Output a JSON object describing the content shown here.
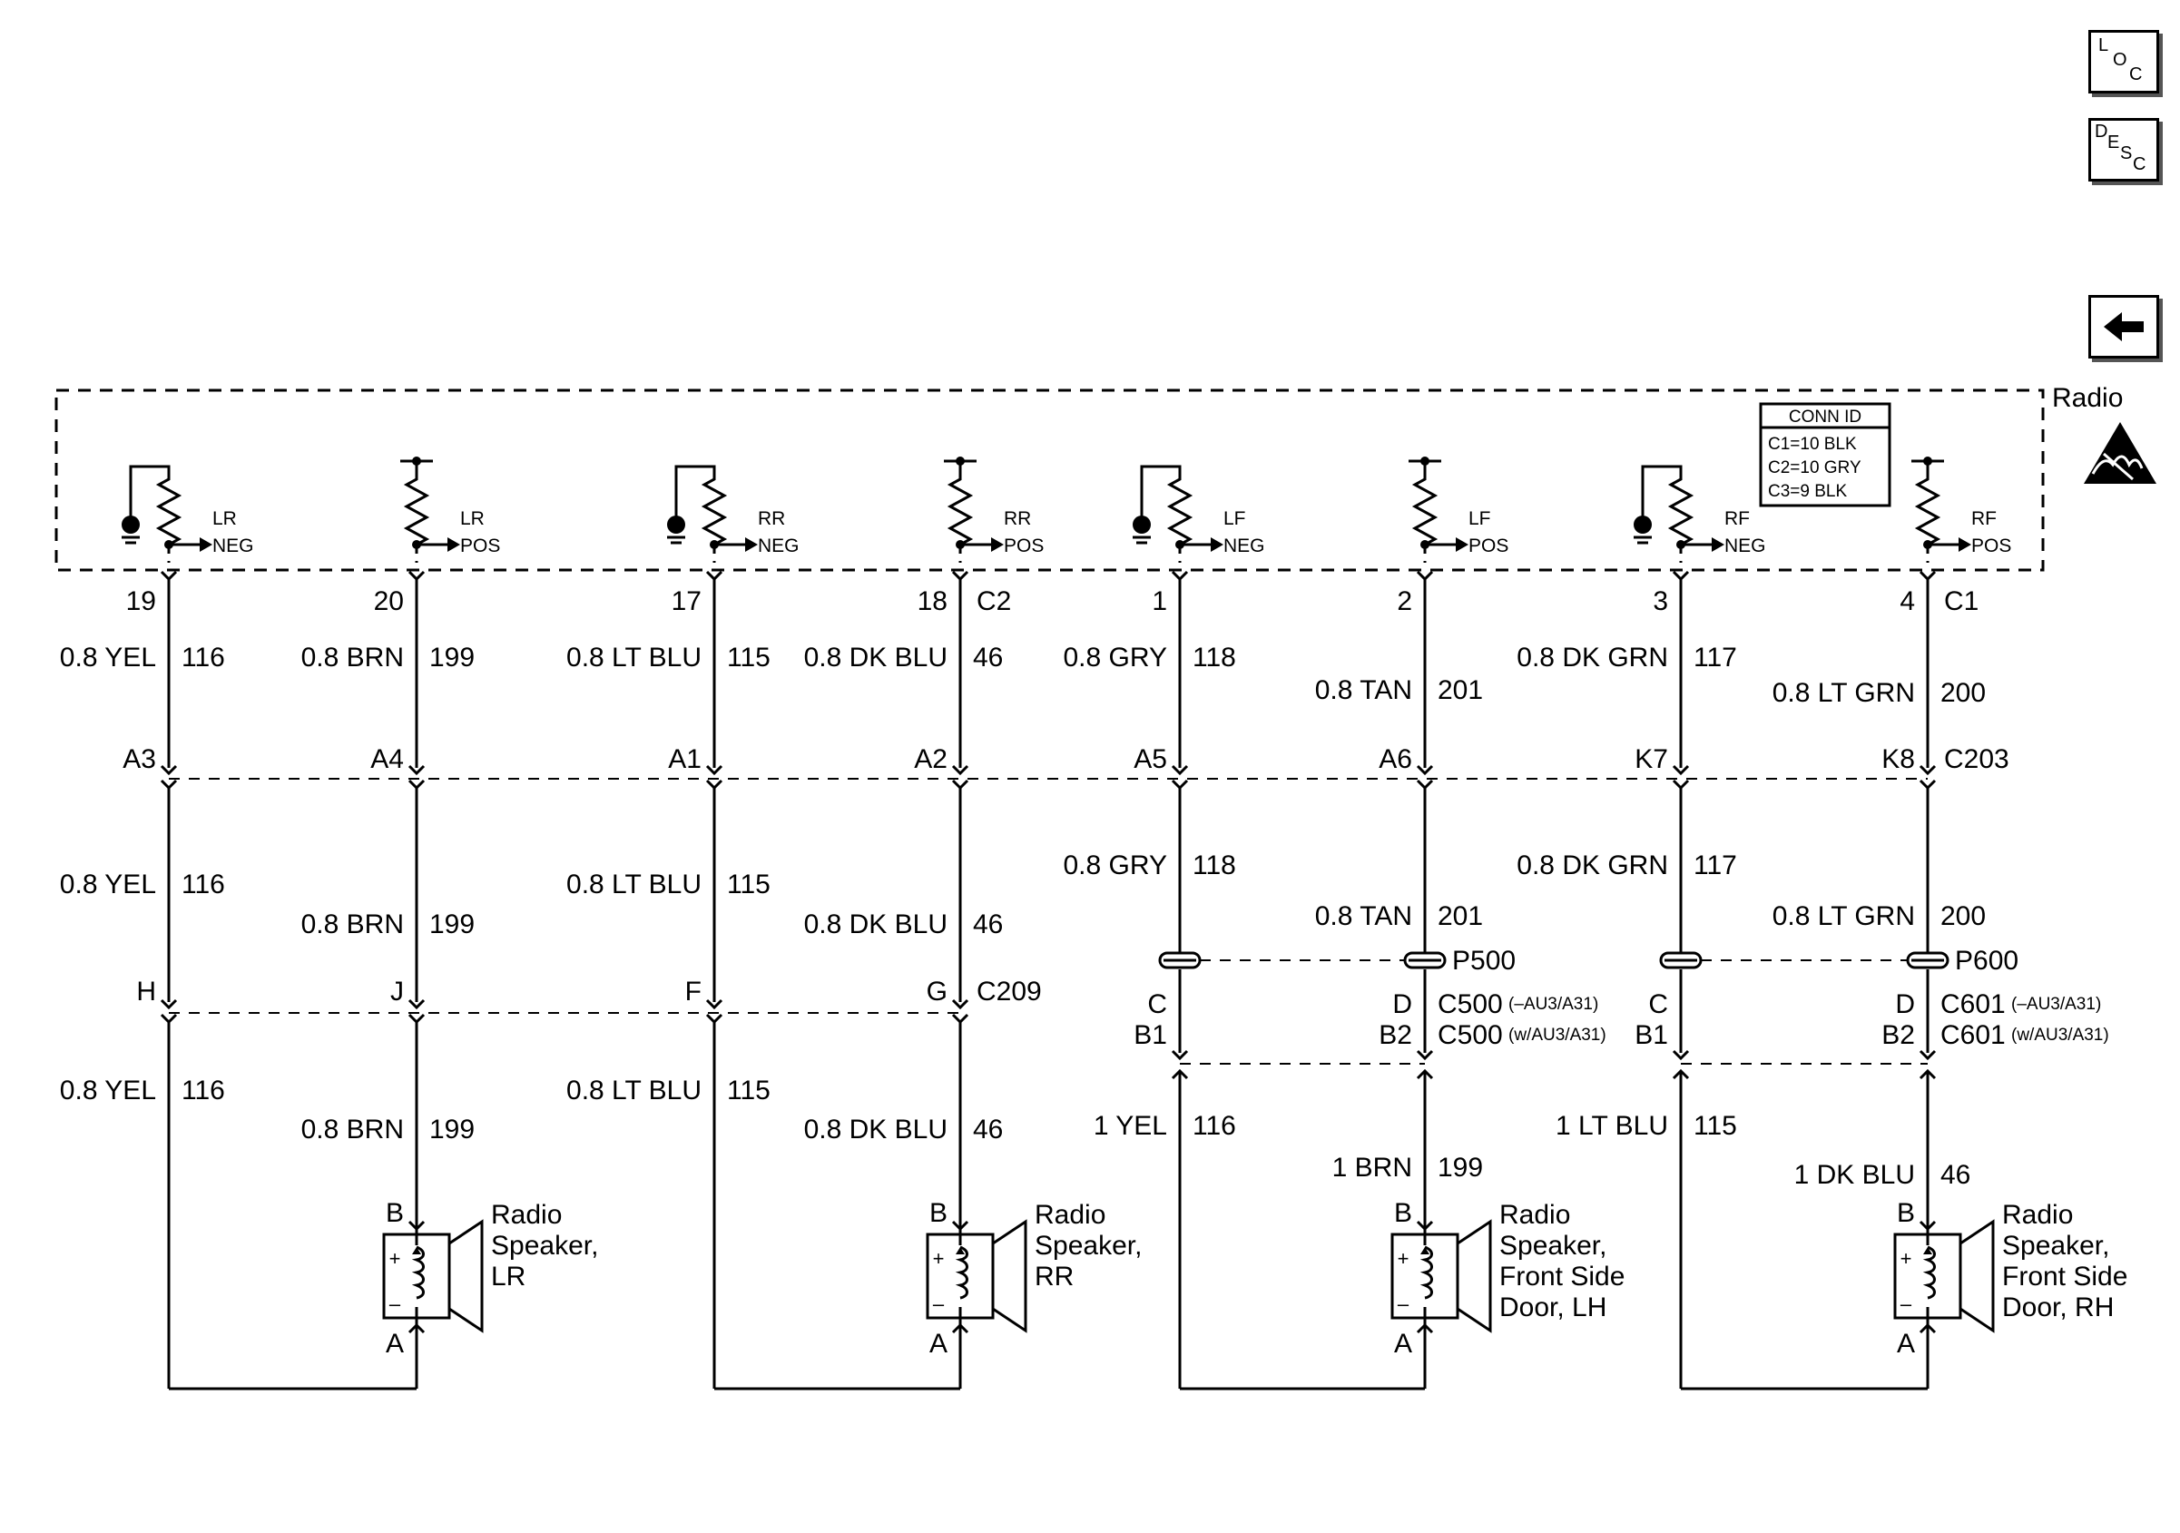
{
  "nav": {
    "loc": [
      "L",
      "O",
      "C"
    ],
    "desc": [
      "D",
      "E",
      "S",
      "C"
    ],
    "back_icon": "left-arrow-icon"
  },
  "module": {
    "name": "Radio",
    "esd_icon": "esd-hand-warning-icon",
    "conn_id": {
      "title": "CONN ID",
      "lines": [
        "C1=10 BLK",
        "C2=10 GRY",
        "C3=9 BLK"
      ]
    }
  },
  "outputs": [
    {
      "top": "LR",
      "bot": "NEG",
      "type": "neg"
    },
    {
      "top": "LR",
      "bot": "POS",
      "type": "pos"
    },
    {
      "top": "RR",
      "bot": "NEG",
      "type": "neg"
    },
    {
      "top": "RR",
      "bot": "POS",
      "type": "pos"
    },
    {
      "top": "LF",
      "bot": "NEG",
      "type": "neg"
    },
    {
      "top": "LF",
      "bot": "POS",
      "type": "pos"
    },
    {
      "top": "RF",
      "bot": "NEG",
      "type": "neg"
    },
    {
      "top": "RF",
      "bot": "POS",
      "type": "pos"
    }
  ],
  "radio_pins": [
    "19",
    "20",
    "17",
    "18",
    "1",
    "2",
    "3",
    "4"
  ],
  "radio_conn_labels": [
    "C2",
    "C1"
  ],
  "seg1_wires": [
    {
      "color": "0.8 YEL",
      "circuit": "116"
    },
    {
      "color": "0.8 BRN",
      "circuit": "199"
    },
    {
      "color": "0.8 LT BLU",
      "circuit": "115"
    },
    {
      "color": "0.8 DK BLU",
      "circuit": "46"
    },
    {
      "color": "0.8 GRY",
      "circuit": "118"
    },
    {
      "color": "0.8 TAN",
      "circuit": "201"
    },
    {
      "color": "0.8 DK GRN",
      "circuit": "117"
    },
    {
      "color": "0.8 LT GRN",
      "circuit": "200"
    }
  ],
  "c203": {
    "name": "C203",
    "pins": [
      "A3",
      "A4",
      "A1",
      "A2",
      "A5",
      "A6",
      "K7",
      "K8"
    ]
  },
  "seg2_wires": [
    {
      "color": "0.8 YEL",
      "circuit": "116"
    },
    {
      "color": "0.8 BRN",
      "circuit": "199"
    },
    {
      "color": "0.8 LT BLU",
      "circuit": "115"
    },
    {
      "color": "0.8 DK BLU",
      "circuit": "46"
    },
    {
      "color": "0.8 GRY",
      "circuit": "118"
    },
    {
      "color": "0.8 TAN",
      "circuit": "201"
    },
    {
      "color": "0.8 DK GRN",
      "circuit": "117"
    },
    {
      "color": "0.8 LT GRN",
      "circuit": "200"
    }
  ],
  "c209": {
    "name": "C209",
    "pins": [
      "H",
      "J",
      "F",
      "G"
    ]
  },
  "passthroughs": [
    "P500",
    "P600"
  ],
  "door_pins_top": [
    "C",
    "D",
    "C",
    "D"
  ],
  "door_pins_bot": [
    "B1",
    "B2",
    "B1",
    "B2"
  ],
  "door_conn": [
    {
      "name": "C500",
      "note": "(–AU3/A31)"
    },
    {
      "name": "C500",
      "note": "(w/AU3/A31)"
    },
    {
      "name": "C601",
      "note": "(–AU3/A31)"
    },
    {
      "name": "C601",
      "note": "(w/AU3/A31)"
    }
  ],
  "seg3_wires": [
    {
      "color": "0.8 YEL",
      "circuit": "116"
    },
    {
      "color": "0.8 BRN",
      "circuit": "199"
    },
    {
      "color": "0.8 LT BLU",
      "circuit": "115"
    },
    {
      "color": "0.8 DK BLU",
      "circuit": "46"
    },
    {
      "color": "1 YEL",
      "circuit": "116"
    },
    {
      "color": "1 BRN",
      "circuit": "199"
    },
    {
      "color": "1 LT BLU",
      "circuit": "115"
    },
    {
      "color": "1 DK BLU",
      "circuit": "46"
    }
  ],
  "speakers": [
    {
      "name": [
        "Radio",
        "Speaker,",
        "LR"
      ],
      "pin_b": "B",
      "pin_a": "A"
    },
    {
      "name": [
        "Radio",
        "Speaker,",
        "RR"
      ],
      "pin_b": "B",
      "pin_a": "A"
    },
    {
      "name": [
        "Radio",
        "Speaker,",
        "Front Side",
        "Door, LH"
      ],
      "pin_b": "B",
      "pin_a": "A"
    },
    {
      "name": [
        "Radio",
        "Speaker,",
        "Front Side",
        "Door, RH"
      ],
      "pin_b": "B",
      "pin_a": "A"
    }
  ],
  "speaker_terminals": {
    "plus": "+",
    "minus": "–"
  }
}
